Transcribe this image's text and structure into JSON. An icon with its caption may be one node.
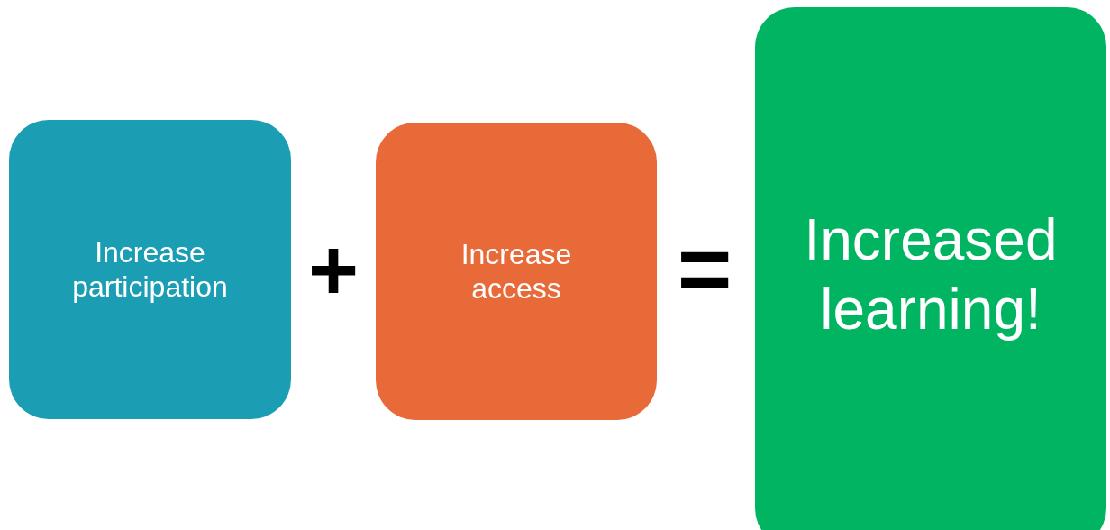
{
  "diagram": {
    "nodes": [
      {
        "text": [
          "Increase participation"
        ]
      },
      {
        "text": [
          "Increase access"
        ]
      },
      {
        "text": [
          "Increased learning!"
        ]
      }
    ],
    "labels": [
      "+",
      "="
    ]
  }
}
